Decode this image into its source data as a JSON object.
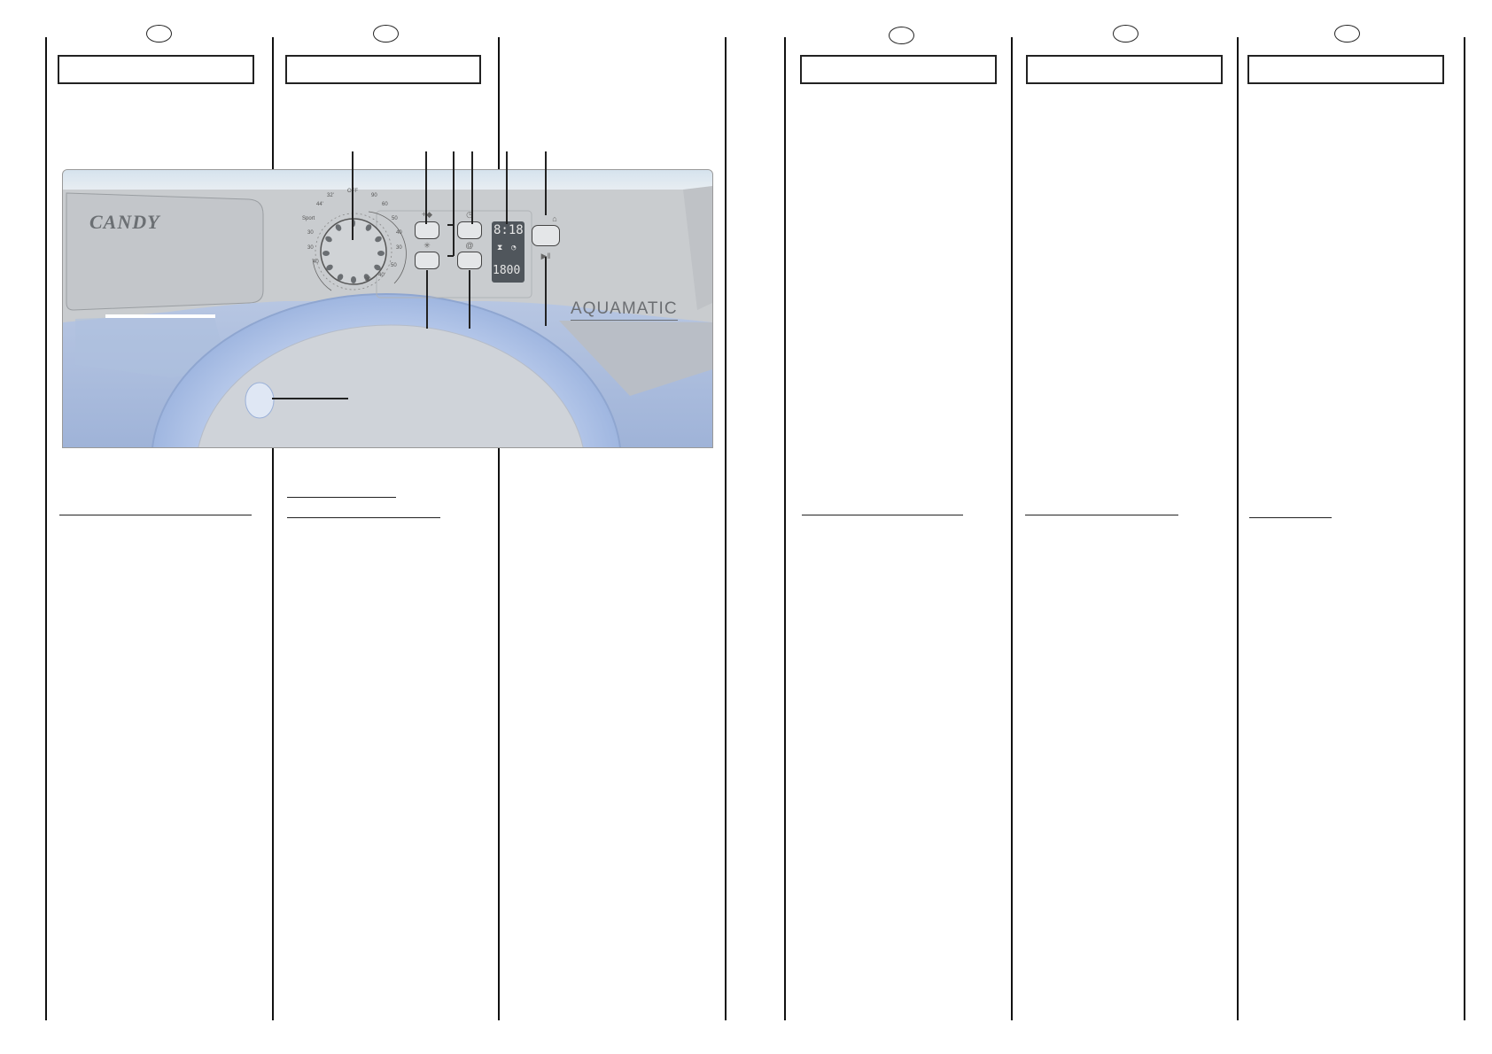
{
  "panel": {
    "brand": "CANDY",
    "model": "AQUAMATIC",
    "programme_labels": {
      "off": "OFF",
      "cotton_90": "90",
      "cotton_60": "60",
      "cotton_50": "50",
      "cotton_40": "40",
      "cotton_30": "30",
      "synth_50": "50",
      "synth_40": "40",
      "synth_30": "30",
      "quick_32": "32'",
      "quick_44": "44'",
      "sport": "Sport",
      "wool_30": "30",
      "delicate_30": "30",
      "hand_40": "40"
    },
    "display": {
      "time": "8:18",
      "speed": "1800"
    }
  },
  "colors": {
    "panel_grey": "#c9cccf",
    "panel_top": "#d6e3ee",
    "door_blue": "#a9bfe4",
    "body_blue": "#a8bbdc",
    "display_bg": "#50565c"
  }
}
